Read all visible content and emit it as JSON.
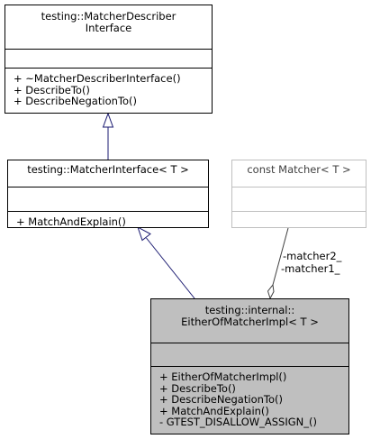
{
  "classes": {
    "describer": {
      "title": [
        "testing::MatcherDescriber",
        "Interface"
      ],
      "attributes": [],
      "methods": [
        "+ ~MatcherDescriberInterface()",
        "+ DescribeTo()",
        "+ DescribeNegationTo()"
      ]
    },
    "matcher_interface": {
      "title": [
        "testing::MatcherInterface< T >"
      ],
      "attributes": [],
      "methods": [
        "+ MatchAndExplain()"
      ]
    },
    "const_matcher": {
      "title": [
        "const Matcher< T >"
      ],
      "attributes": [],
      "methods": []
    },
    "either_impl": {
      "title": [
        "testing::internal::",
        "EitherOfMatcherImpl< T >"
      ],
      "attributes": [],
      "methods": [
        "+ EitherOfMatcherImpl()",
        "+ DescribeTo()",
        "+ DescribeNegationTo()",
        "+ MatchAndExplain()",
        "- GTEST_DISALLOW_ASSIGN_()"
      ]
    }
  },
  "edges": {
    "association_labels": [
      "-matcher2_",
      "-matcher1_"
    ]
  },
  "colors": {
    "inheritance": "#191970",
    "association": "#404040",
    "highlight": "#bfbfbf"
  }
}
